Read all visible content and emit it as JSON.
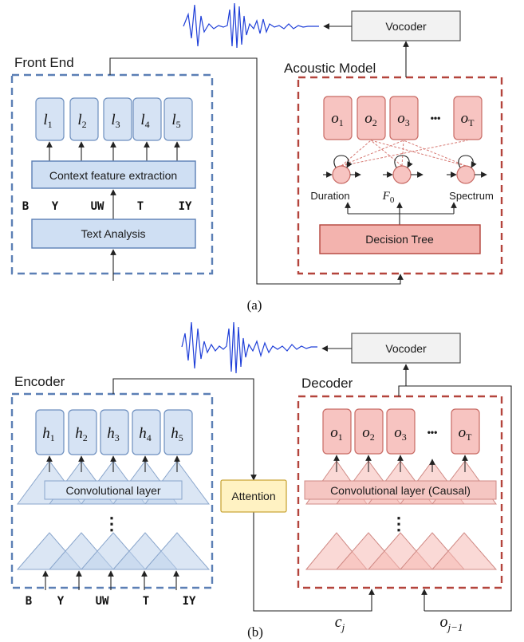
{
  "panel_a": {
    "caption": "(a)",
    "front_end_title": "Front End",
    "acoustic_model_title": "Acoustic Model",
    "vocoder": "Vocoder",
    "context_feature": "Context feature extraction",
    "text_analysis": "Text Analysis",
    "decision_tree": "Decision Tree",
    "phonemes": [
      "B",
      "Y",
      "UW",
      "T",
      "IY"
    ],
    "l_nodes": [
      {
        "base": "l",
        "sub": "1"
      },
      {
        "base": "l",
        "sub": "2"
      },
      {
        "base": "l",
        "sub": "3"
      },
      {
        "base": "l",
        "sub": "4"
      },
      {
        "base": "l",
        "sub": "5"
      }
    ],
    "o_nodes": [
      {
        "base": "o",
        "sub": "1"
      },
      {
        "base": "o",
        "sub": "2"
      },
      {
        "base": "o",
        "sub": "3"
      },
      {
        "base": "o",
        "sub": "T"
      }
    ],
    "ellipsis": "•••",
    "state_labels": {
      "duration": "Duration",
      "f0_base": "F",
      "f0_sub": "0",
      "spectrum": "Spectrum"
    }
  },
  "panel_b": {
    "caption": "(b)",
    "encoder_title": "Encoder",
    "decoder_title": "Decoder",
    "vocoder": "Vocoder",
    "attention": "Attention",
    "enc_conv": "Convolutional layer",
    "dec_conv": "Convolutional layer (Causal)",
    "phonemes": [
      "B",
      "Y",
      "UW",
      "T",
      "IY"
    ],
    "h_nodes": [
      {
        "base": "h",
        "sub": "1"
      },
      {
        "base": "h",
        "sub": "2"
      },
      {
        "base": "h",
        "sub": "3"
      },
      {
        "base": "h",
        "sub": "4"
      },
      {
        "base": "h",
        "sub": "5"
      }
    ],
    "o_nodes": [
      {
        "base": "o",
        "sub": "1"
      },
      {
        "base": "o",
        "sub": "2"
      },
      {
        "base": "o",
        "sub": "3"
      },
      {
        "base": "o",
        "sub": "T"
      }
    ],
    "ellipsis": "•••",
    "vdots": "⋮",
    "cj_base": "c",
    "cj_sub": "j",
    "oj_base": "o",
    "oj_sub": "j−1"
  },
  "colors": {
    "encoder_blue": "#5b7fb5",
    "decoder_red": "#b4443c",
    "waveform": "#1f3fd8",
    "attention_yellow": "#fff2c2"
  }
}
